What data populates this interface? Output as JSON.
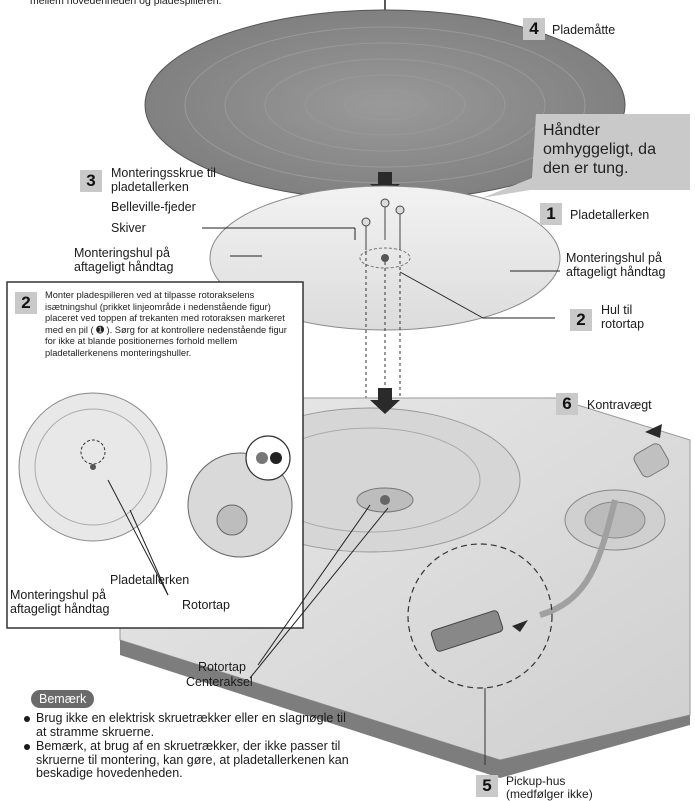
{
  "top_fragment": "mellem hovedenheden og pladespilleren.",
  "steps": {
    "s4": {
      "num": "4",
      "label": "Plademåtte"
    },
    "s3": {
      "num": "3",
      "label_line1": "Monteringsskrue til",
      "label_line2": "pladetallerken"
    },
    "belleville": "Belleville-fjeder",
    "skiver": "Skiver",
    "s1": {
      "num": "1",
      "label": "Pladetallerken"
    },
    "s2_hole": {
      "num": "2",
      "label_line1": "Hul til",
      "label_line2": "rotortap"
    },
    "s6": {
      "num": "6",
      "label": "Kontravægt"
    },
    "s5": {
      "num": "5",
      "label_line1": "Pickup-hus",
      "label_line2": "(medfølger ikke)"
    }
  },
  "callout": {
    "text": "Håndter omhyggeligt, da den er tung."
  },
  "mount_hole_left": {
    "line1": "Monteringshul på",
    "line2": "aftageligt håndtag"
  },
  "mount_hole_right": {
    "line1": "Monteringshul på",
    "line2": "aftageligt håndtag"
  },
  "inset": {
    "num": "2",
    "text": "Monter pladespilleren ved at tilpasse rotorakselens isætningshul (prikket linjeområde i nedenstående figur) placeret ved toppen af trekanten med rotoraksen markeret med en pil ( ➊ ). Sørg for at kontrollere nedenstående figur for ikke at blande positionernes forhold mellem pladetallerkenens monteringshuller.",
    "label_pladetallerken": "Pladetallerken",
    "label_mount_line1": "Monteringshul på",
    "label_mount_line2": "aftageligt håndtag",
    "label_rotortap": "Rotortap"
  },
  "lower_labels": {
    "rotortap": "Rotortap",
    "centeraksel": "Centeraksel"
  },
  "note": {
    "badge": "Bemærk",
    "bullet1": "Brug ikke en elektrisk skruetrækker eller en slagnøgle til at stramme skruerne.",
    "bullet2": "Bemærk, at brug af en skruetrækker, der ikke passer til skruerne til montering, kan gøre, at pladetallerkenen kan beskadige hovedenheden."
  },
  "colors": {
    "panel": "#c9c9c9",
    "platter": "#e4e4e4",
    "mat": "#8a8a8a",
    "base": "#bdbdbd",
    "arrow": "#2a2a2a",
    "badge": "#6a6a6a"
  }
}
